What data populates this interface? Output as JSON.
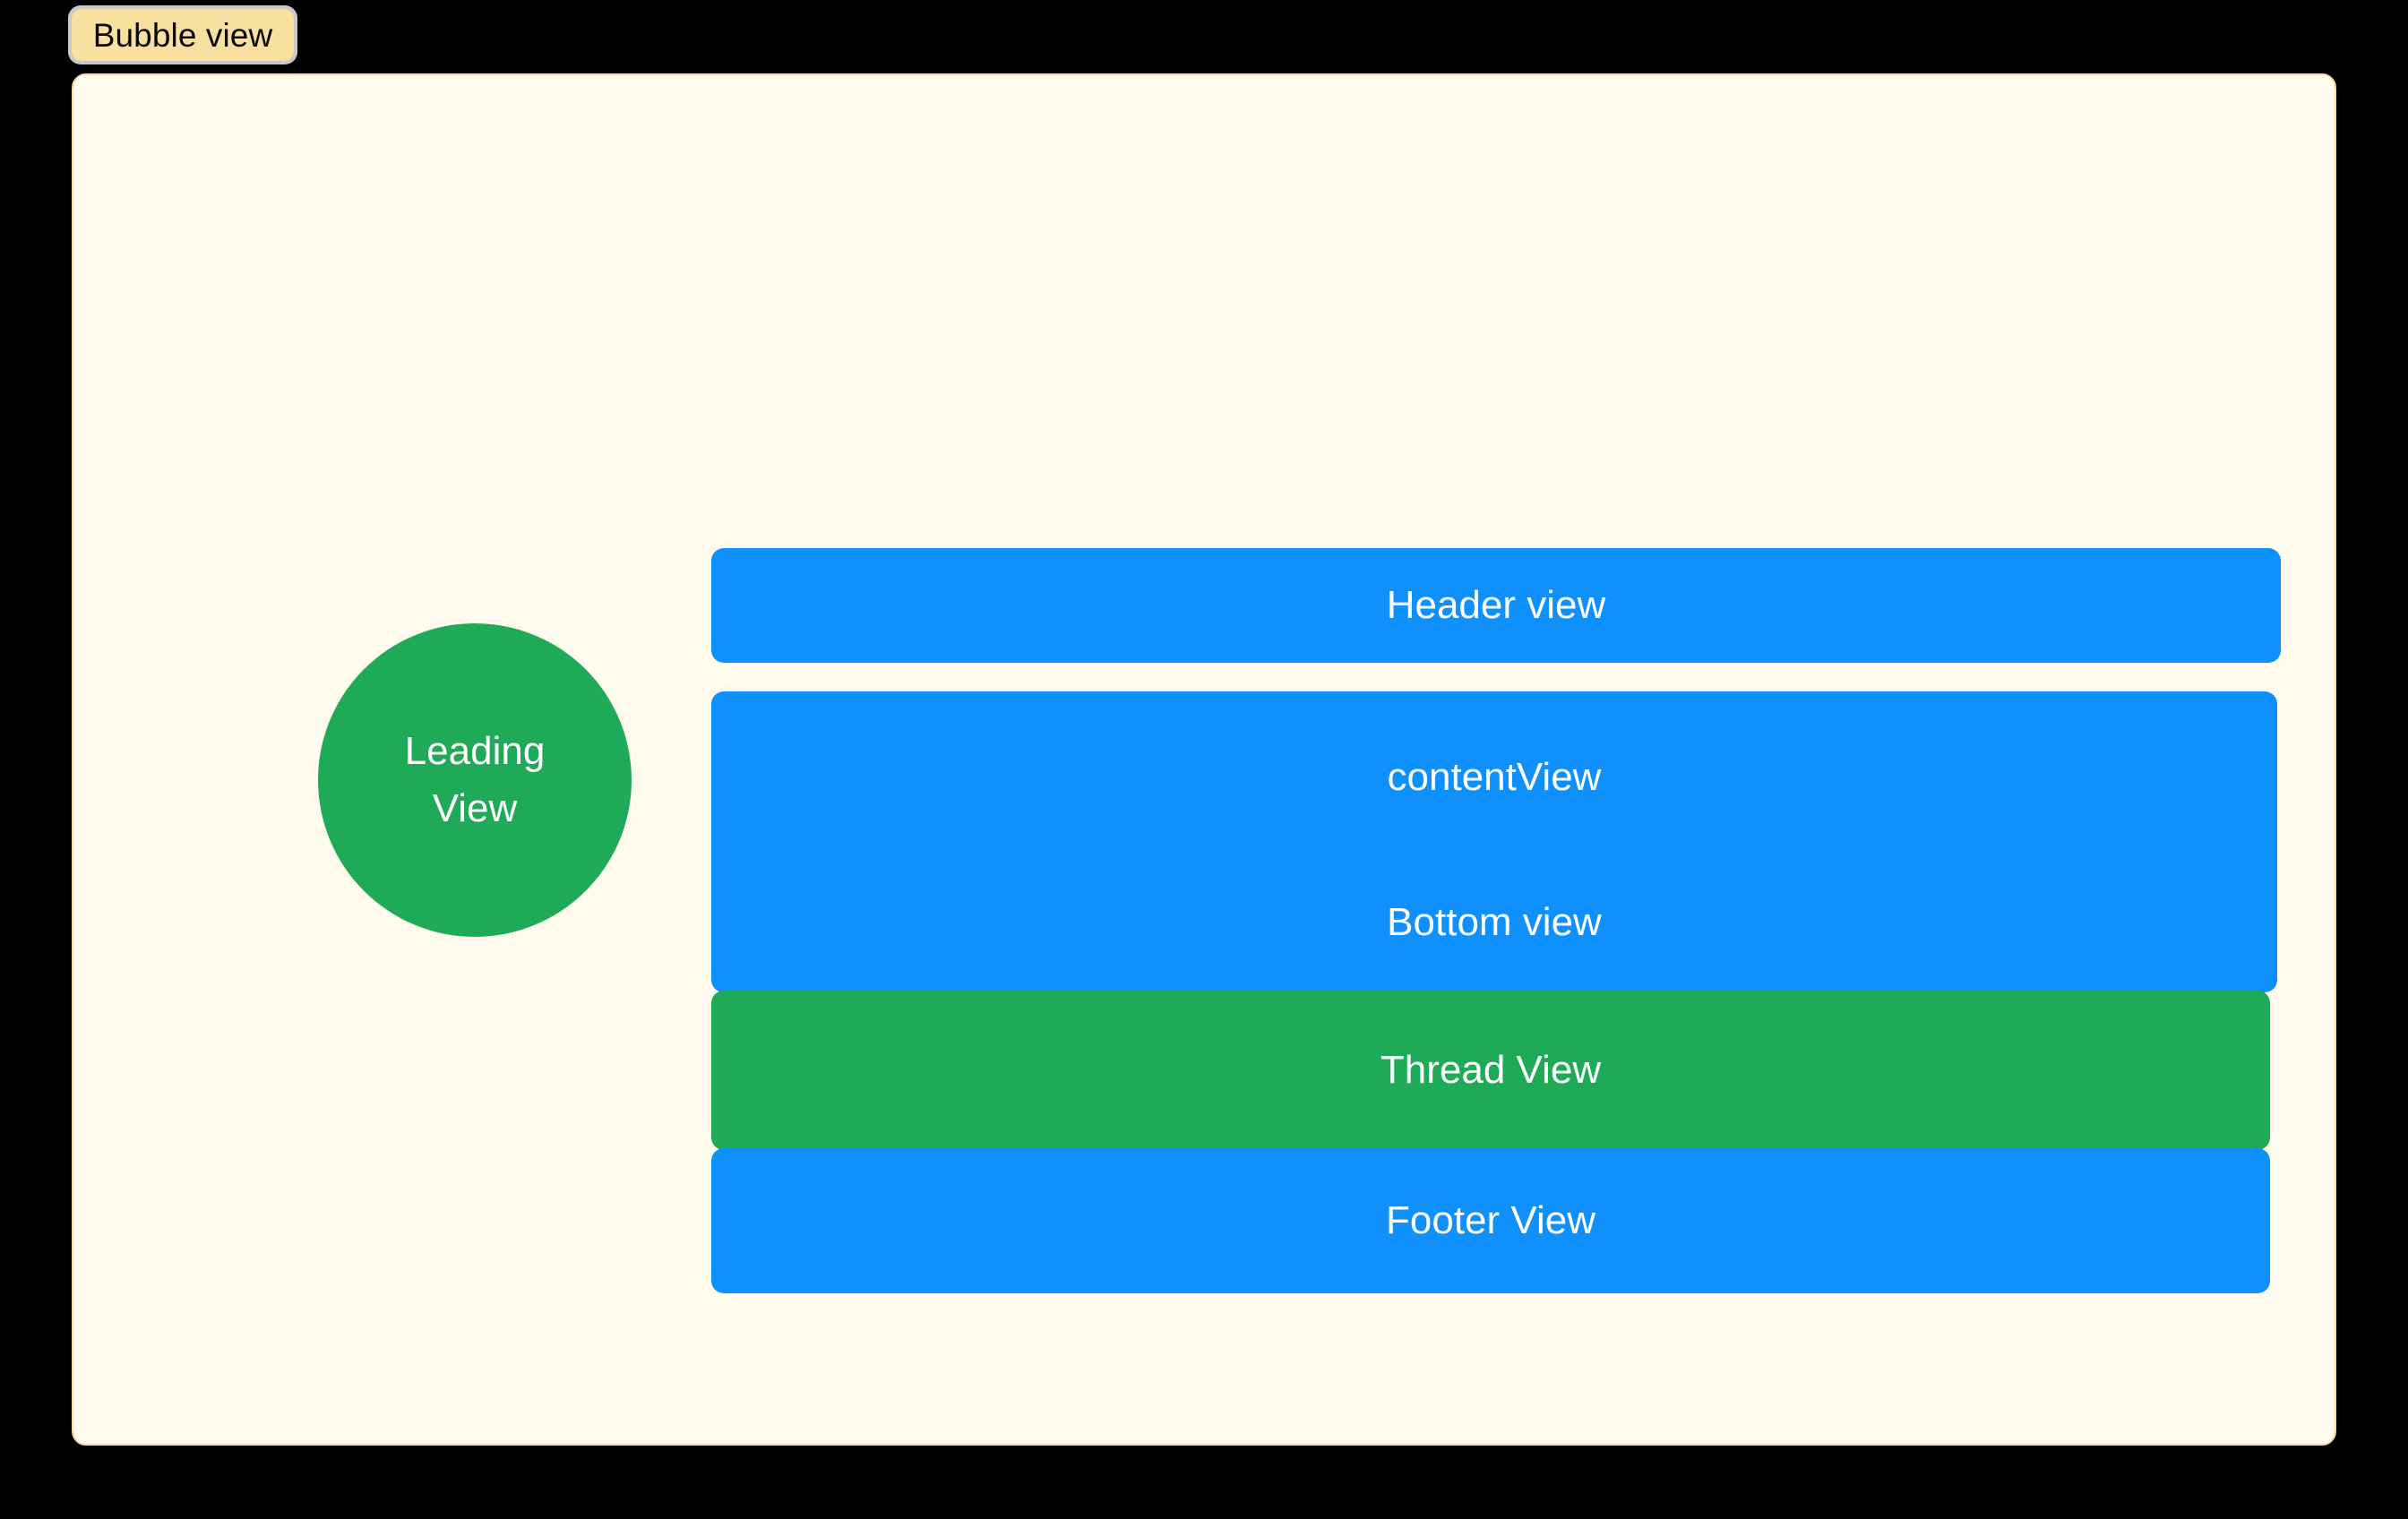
{
  "badge": {
    "label": "Bubble view",
    "fill": "#f7e0a0",
    "border": "#c9c9c9",
    "text_color": "#0a0a0a"
  },
  "canvas": {
    "background": "#fffcef",
    "border_color": "#f6dfa0"
  },
  "palette": {
    "blue": "#0f90fc",
    "green": "#1eaa57",
    "white": "#ffffff",
    "black": "#000000",
    "cream": "#fffcef",
    "wheat": "#f7e0a0"
  },
  "leading_view": {
    "line1": "Leading",
    "line2": "View",
    "shape": "circle",
    "color": "#1eaa57",
    "text_color": "#ffffff"
  },
  "stack": {
    "bars": [
      {
        "id": "header",
        "label": "Header view",
        "color": "#0f90fc",
        "text_color": "#ffffff"
      },
      {
        "id": "content",
        "label": "contentView",
        "secondary_label": "Bottom view",
        "color": "#0f90fc",
        "text_color": "#ffffff"
      },
      {
        "id": "thread",
        "label": "Thread View",
        "color": "#1eaa57",
        "text_color": "#ffffff"
      },
      {
        "id": "footer",
        "label": "Footer View",
        "color": "#0f90fc",
        "text_color": "#ffffff"
      }
    ]
  }
}
